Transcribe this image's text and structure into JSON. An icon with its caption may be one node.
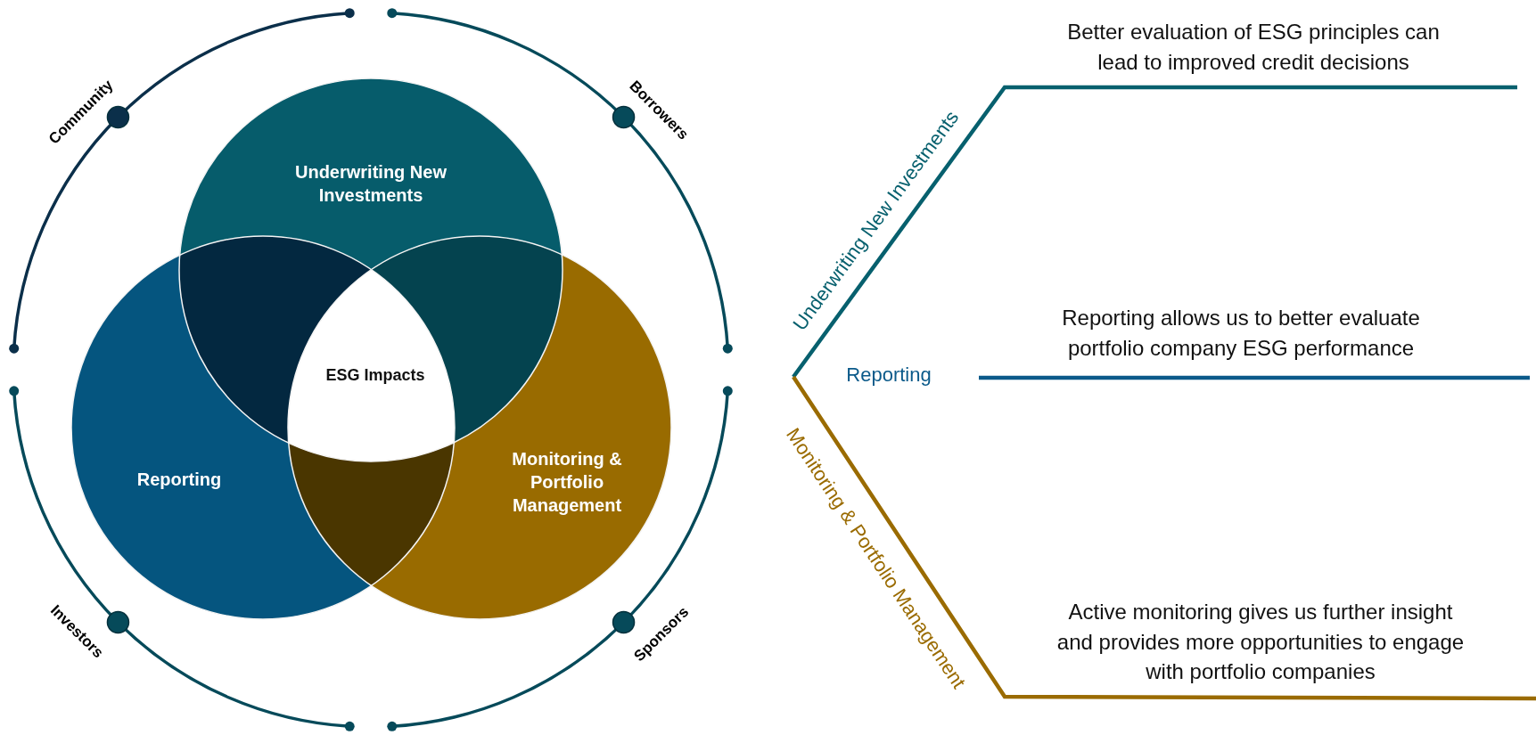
{
  "diagram": {
    "nodes": [
      {
        "text": [
          "Underwriting New Investments"
        ]
      },
      {
        "text": [
          "Reporting"
        ]
      },
      {
        "text": [
          "Monitoring & Portfolio Management"
        ]
      },
      {
        "text": [
          "ESG Impacts"
        ]
      }
    ],
    "labels": [
      "Community",
      "Borrowers",
      "Investors",
      "Sponsors",
      "Better evaluation of ESG principles can lead to improved credit decisions",
      "Underwriting New Investments",
      "Reporting allows us to better evaluate portfolio company ESG performance",
      "Reporting",
      "Monitoring & Portfolio Management",
      "Active monitoring gives us further insight and provides more opportunities to engage with portfolio companies"
    ]
  }
}
